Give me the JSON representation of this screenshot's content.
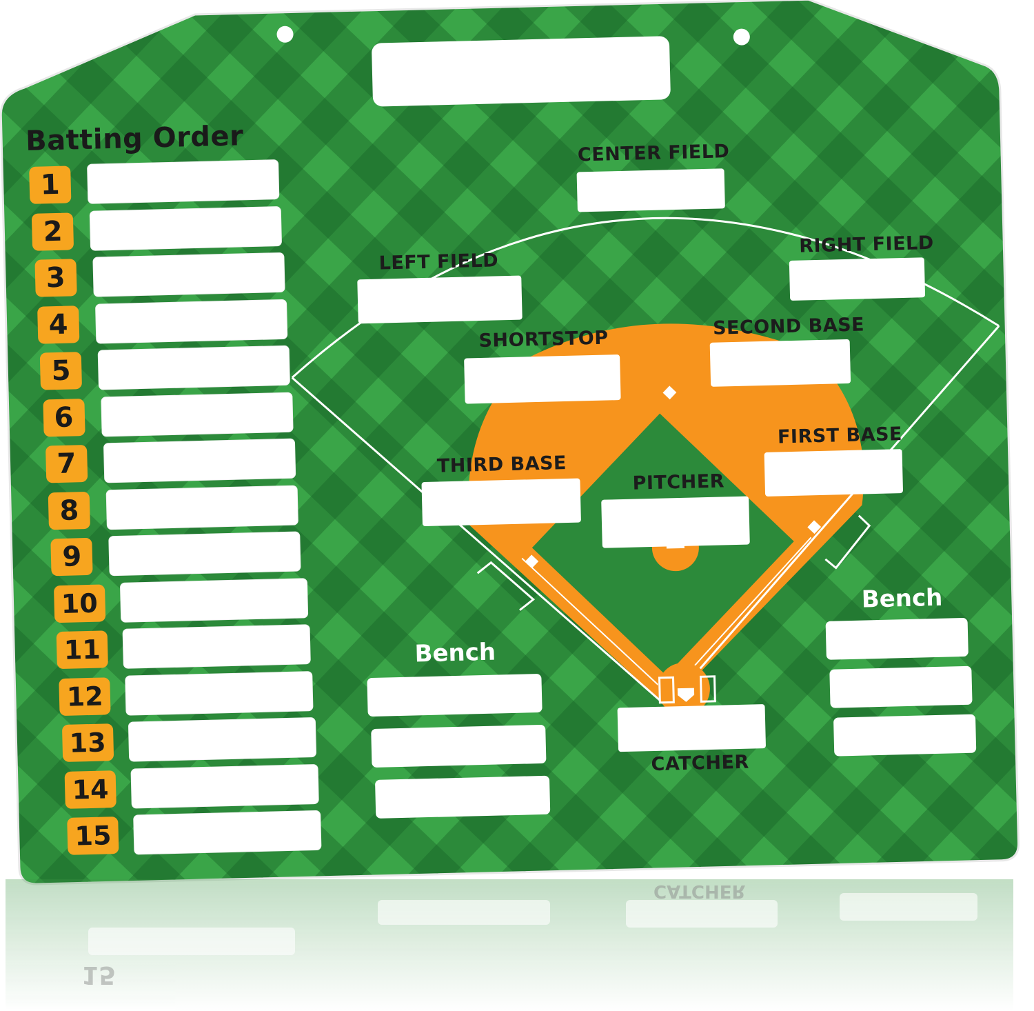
{
  "batting_order": {
    "title": "Batting Order",
    "numbers": [
      "1",
      "2",
      "3",
      "4",
      "5",
      "6",
      "7",
      "8",
      "9",
      "10",
      "11",
      "12",
      "13",
      "14",
      "15"
    ]
  },
  "positions": {
    "center_field": "CENTER FIELD",
    "left_field": "LEFT FIELD",
    "right_field": "RIGHT FIELD",
    "shortstop": "SHORTSTOP",
    "second_base": "SECOND BASE",
    "third_base": "THIRD BASE",
    "first_base": "FIRST BASE",
    "pitcher": "PITCHER",
    "catcher": "CATCHER"
  },
  "bench": {
    "left_label": "Bench",
    "right_label": "Bench"
  },
  "reflection": {
    "catcher": "CATCHER",
    "number": "15"
  },
  "colors": {
    "field_green": "#2e8b3a",
    "infield_orange": "#f7941d",
    "number_badge": "#f7a51f"
  }
}
